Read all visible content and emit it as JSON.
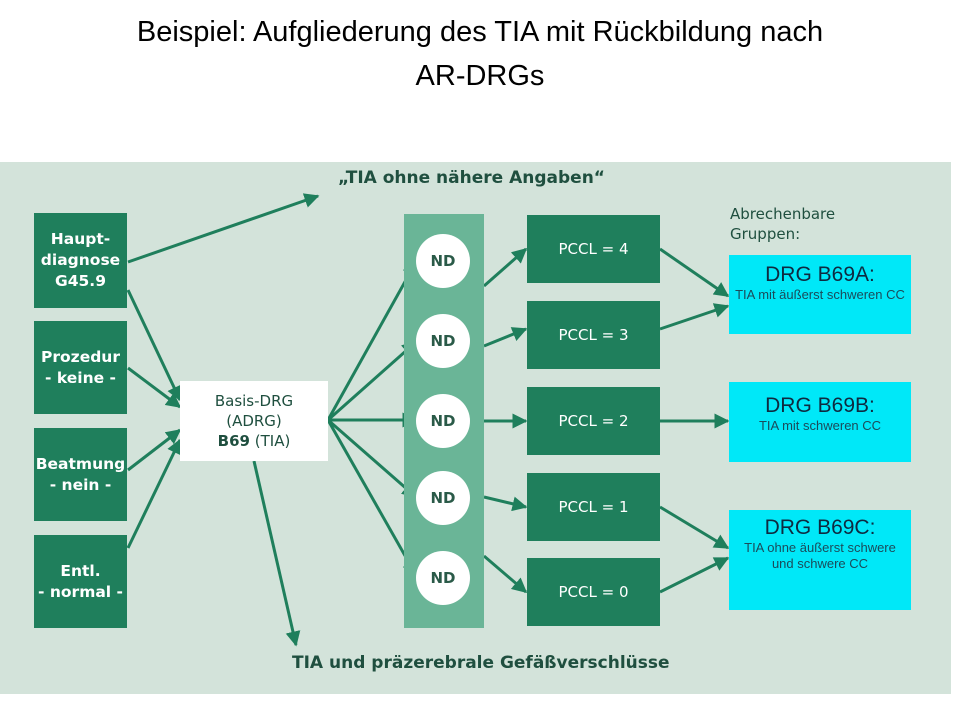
{
  "title": {
    "line1": "Beispiel:  Aufgliederung  des TIA mit Rückbildung  nach",
    "line2": "AR-DRGs"
  },
  "diagram": {
    "top_label": "„TIA ohne nähere Angaben“",
    "bottom_label": "TIA und präzerebrale Gefäßverschlüsse",
    "inputs": [
      {
        "line1": "Haupt-",
        "line2": "diagnose",
        "line3": "G45.9"
      },
      {
        "line1": "Prozedur",
        "line2": "- keine -"
      },
      {
        "line1": "Beatmung",
        "line2": "- nein -"
      },
      {
        "line1": "Entl.",
        "line2": "- normal -"
      }
    ],
    "basis": {
      "line1": "Basis-DRG",
      "line2": "(ADRG)",
      "line3_bold": "B69",
      "line3_rest": " (TIA)"
    },
    "nd_nodes": [
      "ND",
      "ND",
      "ND",
      "ND",
      "ND"
    ],
    "pccl": [
      "PCCL = 4",
      "PCCL = 3",
      "PCCL = 2",
      "PCCL = 1",
      "PCCL = 0"
    ],
    "groups_label": {
      "line1": "Abrechenbare",
      "line2": "Gruppen:"
    },
    "drgs": [
      {
        "title": "DRG B69A:",
        "desc": "TIA mit äußerst schweren CC"
      },
      {
        "title": "DRG B69B:",
        "desc": "TIA mit schweren CC"
      },
      {
        "title": "DRG B69C:",
        "desc": "TIA ohne äußerst schwere und schwere CC"
      }
    ],
    "colors": {
      "panel": "#d3e3da",
      "box_dark": "#1f7f5c",
      "nd_column": "#6ab597",
      "drg_box": "#00e8f8",
      "arrow": "#1f7f5c"
    }
  }
}
